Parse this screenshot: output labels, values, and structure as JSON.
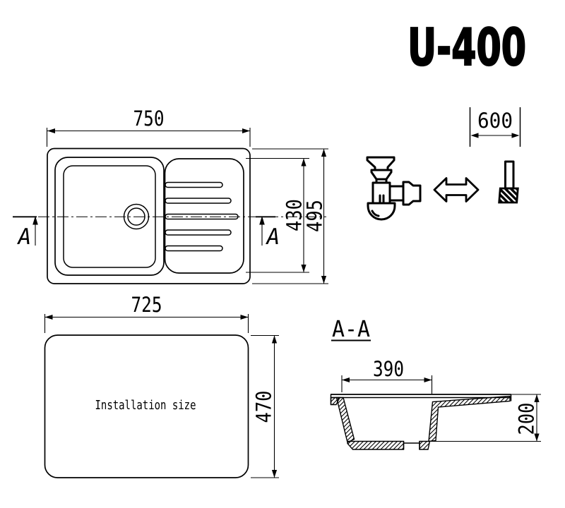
{
  "title": "U-400",
  "top_view": {
    "overall_width_mm": "750",
    "inner_depth_mm": "430",
    "overall_depth_mm": "495",
    "section_label_left": "A",
    "section_label_right": "A"
  },
  "cabinet_fit": {
    "cabinet_width_mm": "600",
    "icons": {
      "left": "siphon-trap-icon",
      "middle": "double-arrow-icon",
      "right": "cabinet-base-icon"
    }
  },
  "installation_view": {
    "label": "Installation size",
    "cutout_width_mm": "725",
    "cutout_depth_mm": "470"
  },
  "section_view": {
    "label": "A-A",
    "bowl_width_mm": "390",
    "bowl_depth_mm": "200"
  },
  "colors": {
    "line": "#000000",
    "background": "#ffffff"
  }
}
